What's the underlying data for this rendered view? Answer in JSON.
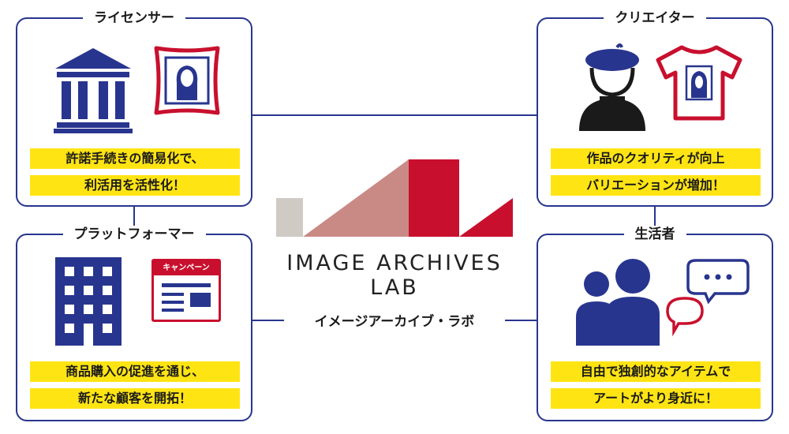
{
  "colors": {
    "navy": "#28358f",
    "red": "#c8102e",
    "pink": "#c98a86",
    "gray": "#cfcac4",
    "yellow": "#ffe414"
  },
  "center": {
    "logo_text": "IMAGE ARCHIVES LAB",
    "subtitle": "イメージアーカイブ・ラボ"
  },
  "panels": {
    "licensor": {
      "title": "ライセンサー",
      "icons": [
        "museum-icon",
        "framed-portrait-icon"
      ],
      "lines": [
        "許諾手続きの簡易化で、",
        "利活用を活性化！"
      ]
    },
    "creator": {
      "title": "クリエイター",
      "icons": [
        "artist-beret-icon",
        "portrait-tshirt-icon"
      ],
      "lines": [
        "作品のクオリティが向上",
        "バリエーションが増加！"
      ]
    },
    "platformer": {
      "title": "プラットフォーマー",
      "icons": [
        "office-building-icon",
        "campaign-webpage-icon"
      ],
      "campaign_label": "キャンペーン",
      "lines": [
        "商品購入の促進を通じ、",
        "新たな顧客を開拓！"
      ]
    },
    "consumer": {
      "title": "生活者",
      "icons": [
        "people-icon",
        "speech-bubbles-icon"
      ],
      "lines": [
        "自由で独創的なアイテムで",
        "アートがより身近に！"
      ]
    }
  }
}
